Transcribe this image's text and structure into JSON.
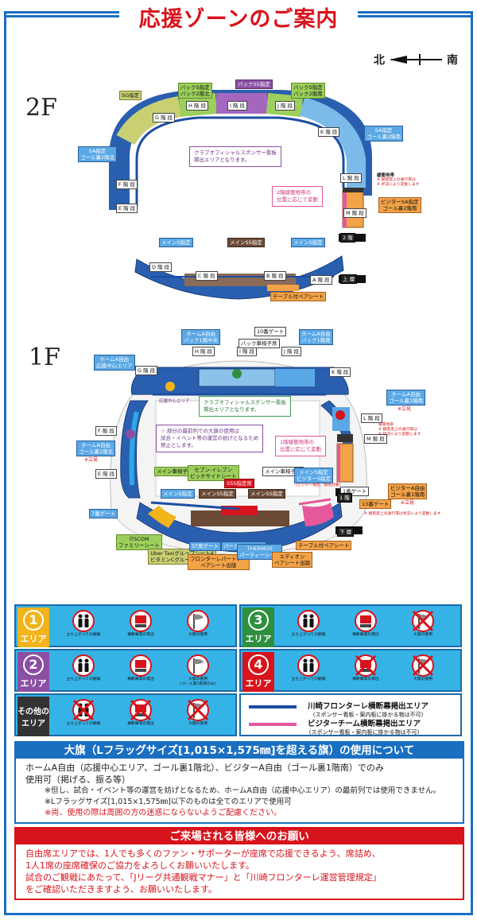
{
  "header": {
    "title": "応援ゾーンのご案内"
  },
  "compass": {
    "north": "北",
    "south": "南"
  },
  "floor2": {
    "label": "2F",
    "tags": {
      "sg": "SG指定",
      "back_s_north": "バックS指定\nバック2階北",
      "back_ss": "バックSS指定",
      "back_s_south": "バックS指定\nバック2階南",
      "sa_north": "SA指定\nゴール裏2階北",
      "sa_south": "SA指定\nゴール裏2階南",
      "visitor_sa": "ビジターSA指定\nゴール裏2階南",
      "main_s_left": "メインS指定",
      "main_ss": "メインSS指定",
      "main_s_right": "メインS指定",
      "table_seat": "テーブル付ペアシート",
      "second_floor": "2 階",
      "upper": "上 層"
    },
    "blocks": [
      "I 階 段",
      "J 階 段",
      "K 階 段",
      "L 階 段",
      "M 階 段",
      "H 階 段",
      "G 階 段",
      "F 階 段",
      "E 階 段",
      "D 階 段",
      "C 階 段",
      "B 階 段",
      "A 階 段"
    ],
    "notes": {
      "club_sponsor": "クラブオフィシャルスポンサー看板\n掲出エリアとなります。",
      "buffer": "2階緩衝地帯の\n位置に応じて変動",
      "buffer_side_title": "緩衝地帯",
      "buffer_side_body": "※ 観客席上の通行帯は\n※ 状況により変動します"
    }
  },
  "floor1": {
    "label": "1F",
    "tags": {
      "gate10": "10番ゲート",
      "back_reserved": "バック車椅子席",
      "home_a_center": "ホームA自由\nバック1階中央",
      "home_a_south_back": "ホームA自由\nバック1階南",
      "home_a_support": "ホームA自由\n応援中心エリア",
      "home_a_goal_north": "ホームA自由\nゴール裏1階北",
      "home_a_goal_south": "ホームA自由\nゴール裏1階南",
      "standing": "※立見",
      "visitor_a": "ビジターA自由\nゴール裏1階南",
      "main_wheel_left": "メイン車椅子席",
      "seven_eleven": "セブン-イレブン\nピッチサイドシート",
      "sss": "SSS指定席",
      "main_wheel_right": "メイン車椅子席",
      "main_s": "メインS指定\nビジターS指定",
      "visitor_s_note": "(ビジター限定、販売対象)",
      "main_s_1": "メインS指定",
      "main_ss_1": "メインSS指定",
      "main_ss_2": "メインSS指定",
      "gate7": "7番ゲート",
      "gate1": "1番ゲート",
      "gate13": "13番ゲート",
      "itscom": "iTSCOM\nファミリーシート",
      "uber": "Uber Taxiグループシート4\nビタミンCグループシート6",
      "sub_seat": "ST席ゲート",
      "party1": "パーティーシート",
      "frontier": "フロンターレパートナー\nペアシート出版",
      "thermos": "THERMOS\nパーティーシート",
      "eddion": "エディオン\nペアシート出版",
      "table_pair": "テーブル付ペアシート",
      "first_floor": "1 階",
      "lower": "下 層"
    },
    "blocks": [
      "I 階 段",
      "J 階 段",
      "K 階 段",
      "H 階 段",
      "G 階 段",
      "L 階 段",
      "F 階 段",
      "E 階 段",
      "M 階 段"
    ],
    "notes": {
      "club_sponsor": "クラブオフィシャルスポンサー看板\n掲出エリアとなります。",
      "front_row": "☆ 部分の最前列での大旗の使用は\n試合・イベント等の運営の妨げとなるため\n禁止とします。",
      "buffer": "1階緩衝地帯の\n位置に応じて変動",
      "support_center": "応援中心エリア",
      "buffer_side_body": "緩衝地帯\n※ 観客席上の通行帯は\n※ 状況により変動します",
      "visitor_note": "※ 観客席上の通行帯は状況により変動します"
    }
  },
  "legend": {
    "zones": [
      {
        "num": "1",
        "label": "エリア",
        "color": "#f2b31b",
        "items": [
          {
            "cap": "立ち上がっての観戦",
            "ok": true
          },
          {
            "cap": "横断幕等の掲出",
            "ok": true
          },
          {
            "cap": "大旗の使用",
            "ok": true
          }
        ]
      },
      {
        "num": "3",
        "label": "エリア",
        "color": "#2e8f3f",
        "items": [
          {
            "cap": "立ち上がっての観戦",
            "ok": true
          },
          {
            "cap": "横断幕等の掲出",
            "ok": true
          },
          {
            "cap": "大旗の使用",
            "ok": false
          }
        ]
      },
      {
        "num": "2",
        "label": "エリア",
        "color": "#8a4fa3",
        "items": [
          {
            "cap": "立ち上がっての観戦",
            "ok": true
          },
          {
            "cap": "横断幕等の掲出",
            "ok": true
          },
          {
            "cap": "大旗の使用\n(ゴール裏1階南のみ)",
            "ok": true
          }
        ]
      },
      {
        "num": "4",
        "label": "エリア",
        "color": "#d7131b",
        "items": [
          {
            "cap": "立ち上がっての観戦",
            "ok": true
          },
          {
            "cap": "横断幕等の掲出",
            "ok": false
          },
          {
            "cap": "大旗の使用",
            "ok": false
          }
        ]
      },
      {
        "num": "",
        "label": "その他の\nエリア",
        "color": "#333333",
        "items": [
          {
            "cap": "立ち上がっての観戦",
            "ok": false
          },
          {
            "cap": "横断幕等の掲出",
            "ok": false
          },
          {
            "cap": "大旗の使用",
            "ok": false
          }
        ]
      }
    ],
    "frontale_banner": {
      "title": "川崎フロンターレ横断幕掲出エリア",
      "sub": "(スポンサー看板・案内板に掛かる物は不可)",
      "color": "#1c4ea1"
    },
    "visitor_banner": {
      "title": "ビジターチーム横断幕掲出エリア",
      "sub": "(スポンサー看板・案内板に掛かる物は不可)",
      "color": "#e6579c"
    }
  },
  "flag": {
    "heading": "大旗（Lフラッグサイズ[1,015×1,575㎜]を超える旗）の使用について",
    "line1": "ホームA自由（応援中心エリア、ゴール裏1階北）、ビジターA自由（ゴール裏1階南）でのみ",
    "line2": "使用可（掲げる、振る等）",
    "note1": "※但し、試合・イベント等の運営を妨げとなるため、ホームA自由（応援中心エリア）の最前列では使用できません。",
    "note2": "※Lフラッグサイズ[1,015×1,575㎜]以下のものは全てのエリアで使用可",
    "warn": "※尚、使用の際は周囲の方の迷惑にならないようご配慮ください。"
  },
  "request": {
    "heading": "ご来場される皆様へのお願い",
    "line1": "自由席エリアでは、1人でも多くのファン・サポーターが座席で応援できるよう、席詰め、",
    "line2": "1人1席の座席確保のご協力をよろしくお願いいたします。",
    "line3": "試合のご観戦にあたって、「Jリーグ共通観戦マナー」と「川崎フロンターレ運営管理規定」",
    "line4": "をご確認いただきますよう、お願いいたします。"
  }
}
